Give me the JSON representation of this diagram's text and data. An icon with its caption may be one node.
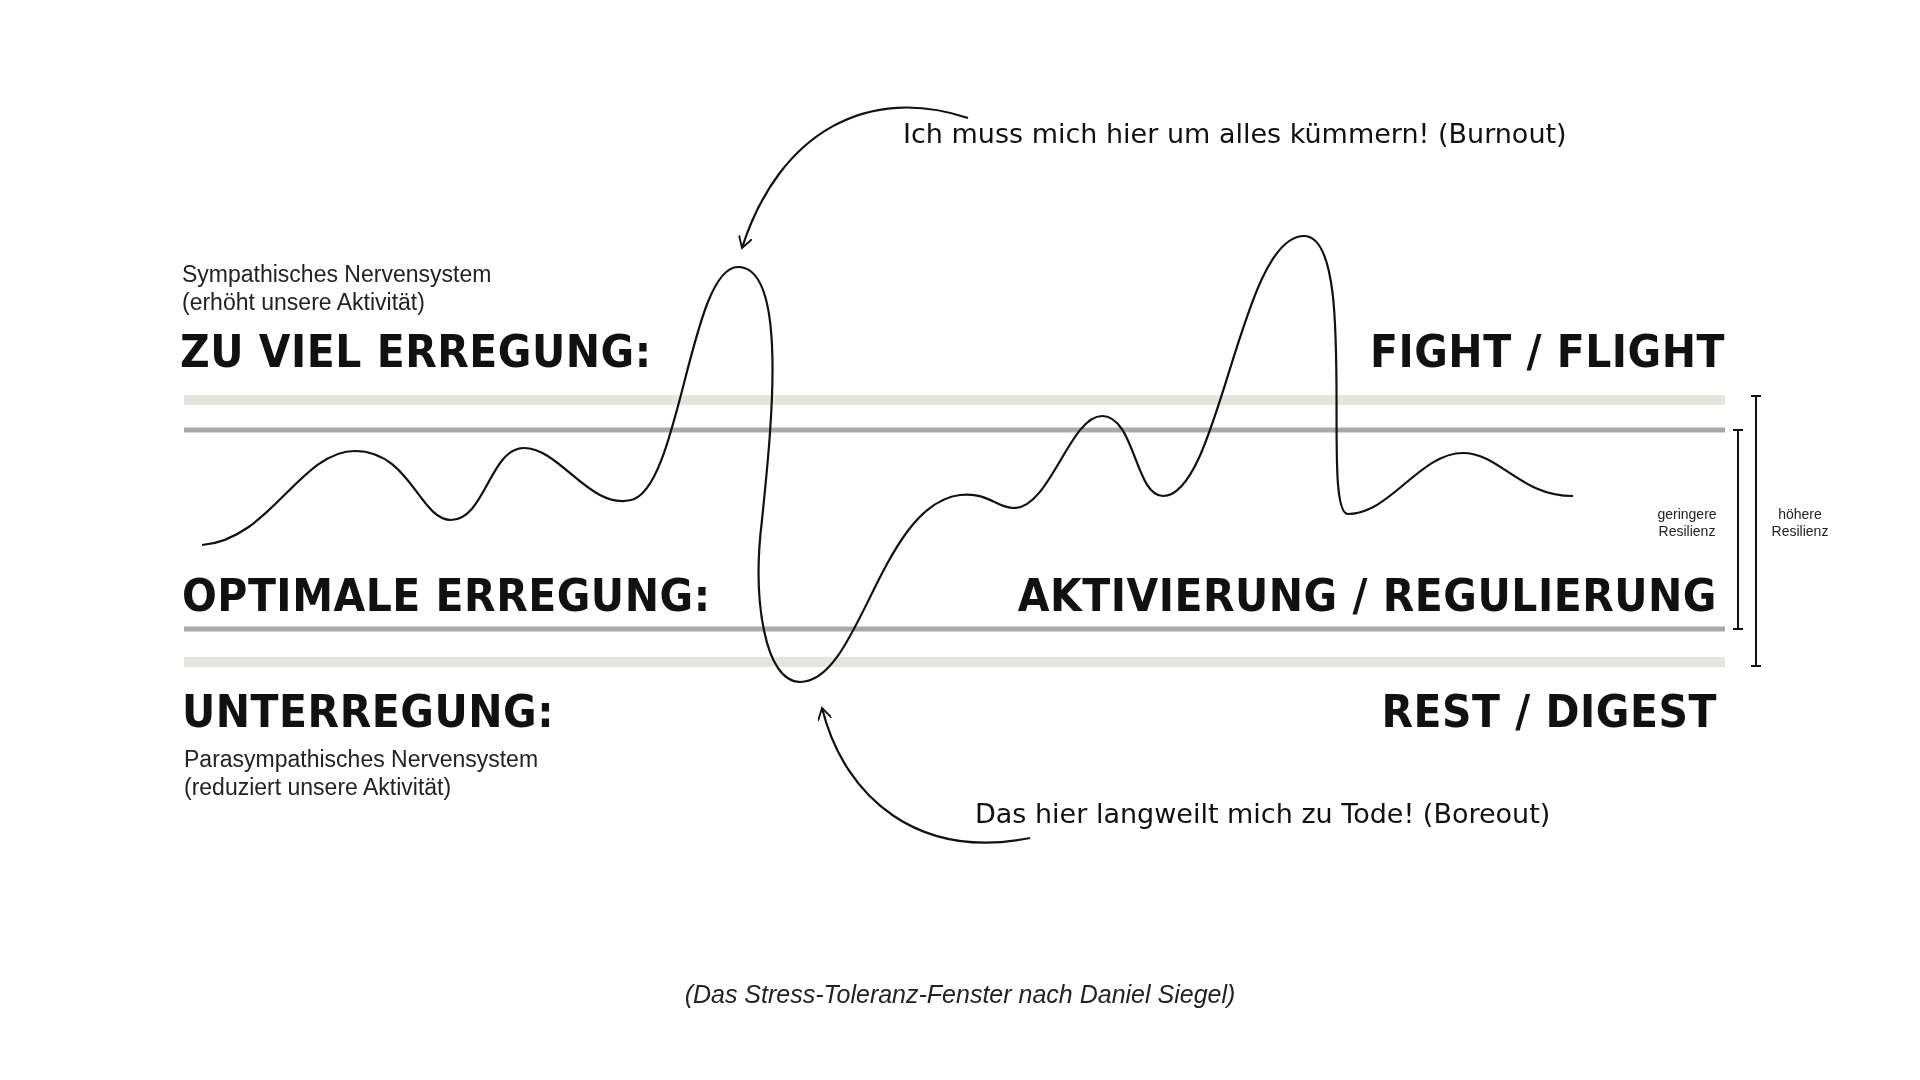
{
  "diagram": {
    "caption": "(Das Stress-Toleranz-Fenster nach Daniel Siegel)",
    "nodes": [
      {
        "text": [
          "Ich muss mich hier um alles kümmern! (Burnout)"
        ]
      },
      {
        "text": [
          "Das hier langweilt mich zu Tode! (Boreout)"
        ]
      }
    ],
    "edges": [
      {
        "from": 0,
        "to": null,
        "arrow": "to"
      },
      {
        "from": 1,
        "to": null,
        "arrow": "to"
      }
    ],
    "labels": [
      "Sympathisches Nervensystem (erhöht unsere Aktivität)",
      "ZU VIEL ERREGUNG:",
      "FIGHT / FLIGHT",
      "geringere Resilienz",
      "höhere Resilienz",
      "OPTIMALE ERREGUNG:",
      "AKTIVIERUNG / REGULIERUNG",
      "UNTERREGUNG:",
      "REST / DIGEST",
      "Parasympathisches Nervensystem (reduziert unsere Aktivität)"
    ]
  }
}
